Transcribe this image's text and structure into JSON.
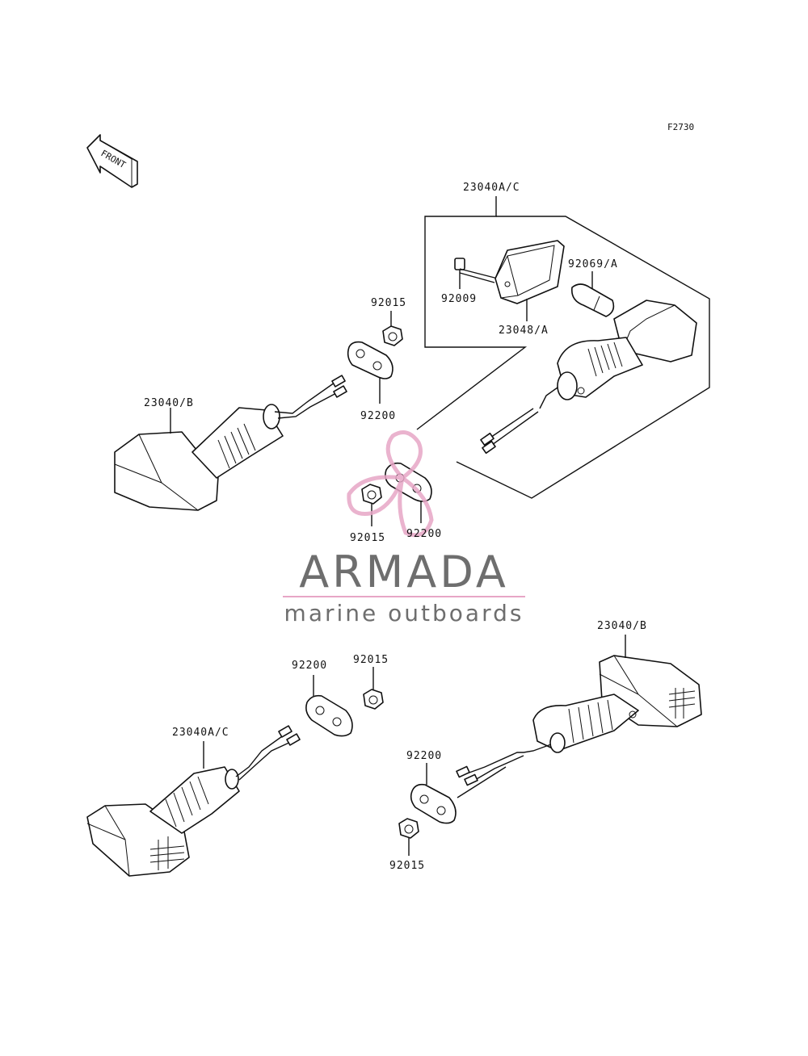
{
  "figure_code": "F2730",
  "front_label": "FRONT",
  "parts": {
    "a": "23040A/C",
    "b": "92009",
    "c": "23048/A",
    "d": "92069/A",
    "e": "92015",
    "f": "92200",
    "g": "23040/B",
    "h": "92015",
    "i": "92200",
    "j": "23040/B",
    "k": "92200",
    "l": "92015",
    "m": "23040A/C",
    "n": "92200",
    "o": "92015"
  },
  "watermark": {
    "brand": "ARMADA",
    "tagline": "marine outboards",
    "gray": "#6e6e6e",
    "pink": "#e7a6c6"
  }
}
